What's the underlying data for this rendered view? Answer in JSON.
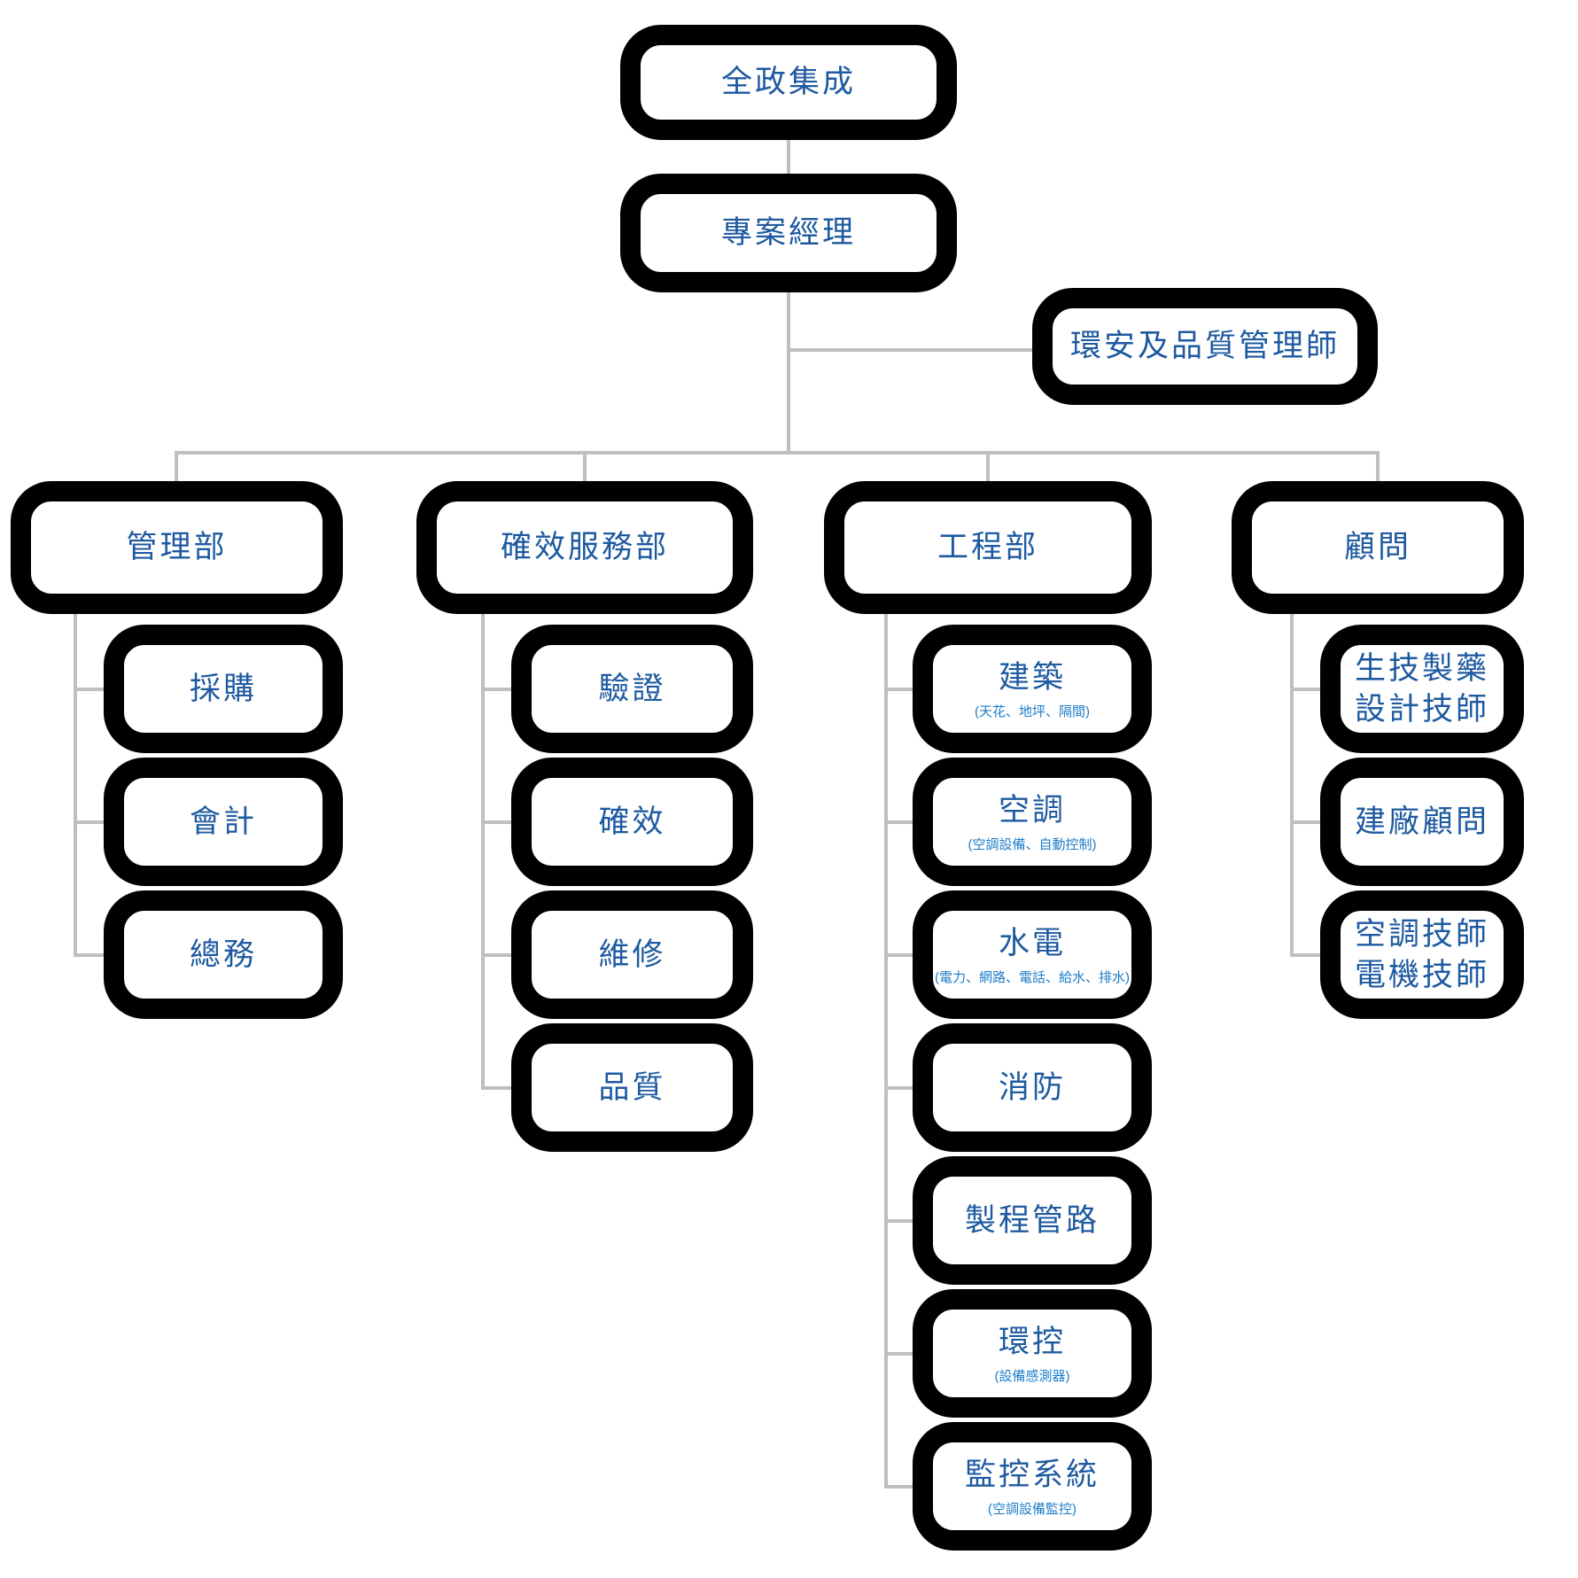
{
  "palette": {
    "page_bg": "#FFFFFF",
    "box_bg": "#FFFFFF",
    "box_border": "#000000",
    "label_color": "#1E5AA0",
    "subtitle_color": "#1C7CC8",
    "connector_color": "#BFBFBF"
  },
  "org": {
    "root": {
      "label": "全政集成"
    },
    "manager": {
      "label": "專案經理"
    },
    "staff": {
      "label": "環安及品質管理師"
    },
    "branches": [
      {
        "label": "管理部",
        "children": [
          {
            "label": "採購"
          },
          {
            "label": "會計"
          },
          {
            "label": "總務"
          }
        ]
      },
      {
        "label": "確效服務部",
        "children": [
          {
            "label": "驗證"
          },
          {
            "label": "確效"
          },
          {
            "label": "維修"
          },
          {
            "label": "品質"
          }
        ]
      },
      {
        "label": "工程部",
        "children": [
          {
            "label": "建築",
            "subtitle": "(天花、地坪、隔間)"
          },
          {
            "label": "空調",
            "subtitle": "(空調設備、自動控制)"
          },
          {
            "label": "水電",
            "subtitle": "(電力、網路、電話、給水、排水)"
          },
          {
            "label": "消防"
          },
          {
            "label": "製程管路"
          },
          {
            "label": "環控",
            "subtitle": "(設備感測器)"
          },
          {
            "label": "監控系統",
            "subtitle": "(空調設備監控)"
          }
        ]
      },
      {
        "label": "顧問",
        "children": [
          {
            "label": "生技製藥\n設計技師"
          },
          {
            "label": "建廠顧問"
          },
          {
            "label": "空調技師\n電機技師"
          }
        ]
      }
    ]
  }
}
